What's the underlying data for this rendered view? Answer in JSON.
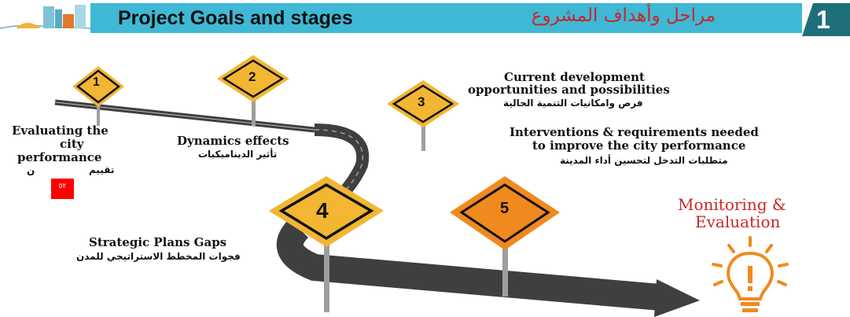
{
  "header": {
    "title_en": "Project Goals and stages",
    "title_ar": "مراحل وأهداف المشروع",
    "section_number": "1",
    "accent_color": "#3fb8d6",
    "number_box_color": "#1f6f7a"
  },
  "stages": [
    {
      "number": "1",
      "label_en_line1": "Evaluating the",
      "label_en_line2": "city",
      "label_en_line3": "performance",
      "label_ar": "تقييم",
      "label_ar_fragment": "ن"
    },
    {
      "number": "2",
      "label_en": "Dynamics effects",
      "label_ar": "تأثير الديناميكيات"
    },
    {
      "number": "3",
      "label_en_line1": "Current development",
      "label_en_line2": "opportunities and possibilities",
      "label_ar": "فرص وامكانيات التنمية الحالية"
    },
    {
      "number": "4",
      "label_en": "Strategic Plans Gaps",
      "label_ar": "فجوات المخطط الاستراتيجي للمدن"
    },
    {
      "number": "5"
    }
  ],
  "interventions": {
    "line1": "Interventions & requirements needed",
    "line2": "to improve the city performance",
    "label_ar": "متطلبات التدخل لتحسين أداء المدينة"
  },
  "monitoring": {
    "line1": "Monitoring &",
    "line2": "Evaluation"
  },
  "page_marker": "٥٢",
  "colors": {
    "sign_yellow": "#f2b632",
    "sign_orange": "#f08a1e",
    "road": "#3f3f3f",
    "red": "#c62828"
  }
}
